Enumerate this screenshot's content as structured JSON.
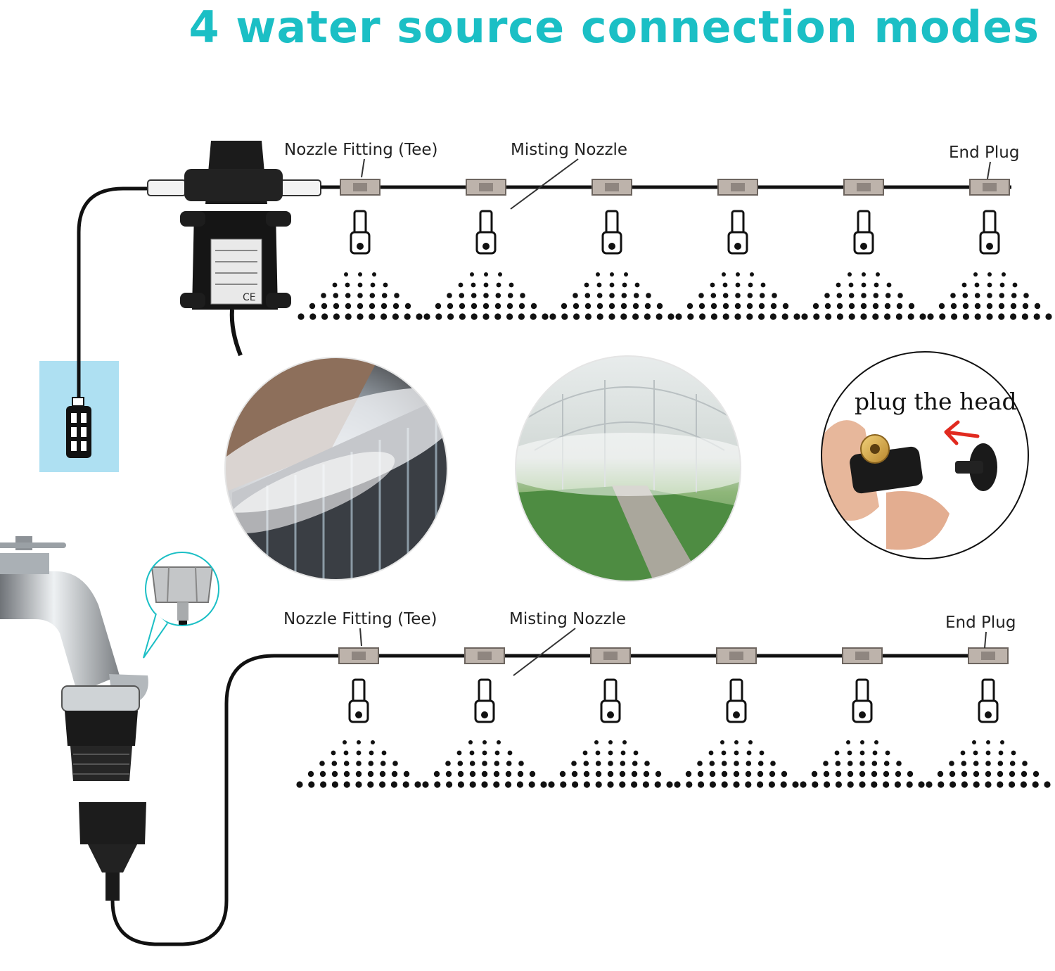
{
  "title": "4 water source connection modes",
  "colors": {
    "accent": "#1bbfc5",
    "tube": "#111111",
    "fitting": "#bdb3ab",
    "reservoir": "#aee0f2"
  },
  "top_system": {
    "labels": {
      "tee": "Nozzle Fitting (Tee)",
      "nozzle": "Misting Nozzle",
      "end": "End Plug"
    },
    "pump_label_text": "CE",
    "nozzle_count": 6
  },
  "bottom_system": {
    "labels": {
      "tee": "Nozzle Fitting (Tee)",
      "nozzle": "Misting Nozzle",
      "end": "End Plug"
    },
    "nozzle_count": 6
  },
  "photos": {
    "plug_callout": "plug the head"
  },
  "icons": [
    "pump-icon",
    "reservoir-icon",
    "faucet-icon",
    "hose-adapter-icon",
    "fitting-callout-icon",
    "arrow-left-icon"
  ]
}
